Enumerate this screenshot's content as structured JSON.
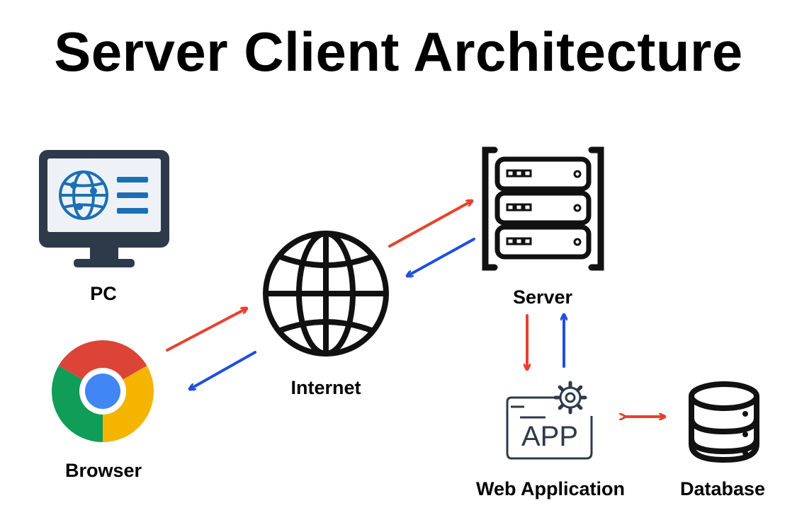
{
  "diagram": {
    "title": "Server Client Architecture",
    "nodes": {
      "pc": {
        "label": "PC"
      },
      "browser": {
        "label": "Browser"
      },
      "internet": {
        "label": "Internet"
      },
      "server": {
        "label": "Server"
      },
      "web_app": {
        "label": "Web Application",
        "icon_text": "APP"
      },
      "database": {
        "label": "Database"
      }
    },
    "edges": [
      {
        "from": "browser",
        "to": "internet",
        "color": "#e8412c",
        "kind": "request"
      },
      {
        "from": "internet",
        "to": "browser",
        "color": "#1f4fe0",
        "kind": "response"
      },
      {
        "from": "internet",
        "to": "server",
        "color": "#e8412c",
        "kind": "request"
      },
      {
        "from": "server",
        "to": "internet",
        "color": "#1f4fe0",
        "kind": "response"
      },
      {
        "from": "server",
        "to": "web_app",
        "color": "#e8412c",
        "kind": "request"
      },
      {
        "from": "web_app",
        "to": "server",
        "color": "#1f4fe0",
        "kind": "response"
      },
      {
        "from": "web_app",
        "to": "database",
        "color": "#e8412c",
        "kind": "bidirectional"
      }
    ],
    "colors": {
      "request": "#e8412c",
      "response": "#1f4fe0",
      "monitor_frame": "#2d3a4a",
      "monitor_screen": "#eef2f6",
      "accent_blue": "#1b6fb5",
      "chrome_red": "#db4437",
      "chrome_yellow": "#f4b400",
      "chrome_green": "#0f9d58",
      "chrome_blue": "#4285f4"
    },
    "icons": [
      "monitor-icon",
      "chrome-icon",
      "globe-icon",
      "server-rack-icon",
      "app-window-icon",
      "gear-icon",
      "database-icon"
    ]
  }
}
